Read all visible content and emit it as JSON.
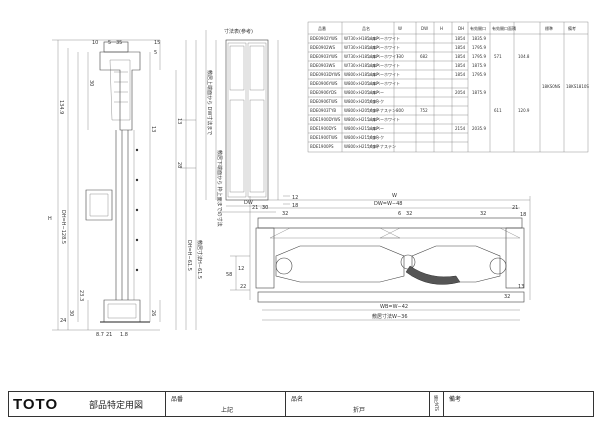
{
  "drawing": {
    "section_label": "寸法表(参考)",
    "vertical_note_1": "敷居上端面から\nDW寸法まで",
    "vertical_note_2": "敷居下端面から\n枠上面までの寸法",
    "left_dims": [
      "10",
      "5",
      "35",
      "15",
      "5",
      "134.9",
      "H",
      "DH=H−128.5",
      "24",
      "30",
      "8.7",
      "21",
      "23.3",
      "30",
      "1.8",
      "13",
      "26"
    ],
    "mid_dims": [
      "13",
      "28",
      "DH=H−61.5",
      "敷居寸法H−61.5",
      "12",
      "18"
    ],
    "plan_dims": [
      "W",
      "DW=W−48",
      "21",
      "30",
      "32",
      "6",
      "32",
      "21",
      "18",
      "32",
      "58",
      "12",
      "22",
      "WB=W−42",
      "敷居寸法W−36",
      "13",
      "32"
    ],
    "top_view_label": "DW"
  },
  "table": {
    "headers": [
      "品番",
      "品名",
      "W",
      "DW",
      "H",
      "DH",
      "有効開口\n(mm)",
      "有効開口面積\n(cm²)",
      "標準",
      "備考"
    ],
    "rows": [
      [
        "BDE0902YWS",
        "W730×H1854扉P",
        "シルバーホワイト",
        "",
        "",
        "1854",
        "1835.9",
        "",
        "",
        ""
      ],
      [
        "BDE0902WS",
        "W730×H1854扉P",
        "シルバーホワイト",
        "",
        "",
        "1854",
        "1795.9",
        "",
        "",
        ""
      ],
      [
        "BDE0903YWS",
        "W730×H1854扉P",
        "シルバーホワイト",
        "730",
        "682",
        "1854",
        "1795.9",
        "571",
        "104.8",
        ""
      ],
      [
        "BDE0903WS",
        "W730×H1854扉P",
        "シルバーホワイト",
        "",
        "",
        "1854",
        "1875.9",
        "",
        "",
        ""
      ],
      [
        "BDE0903DYWS",
        "W800×H1854扉P",
        "シルバーホワイト",
        "",
        "",
        "1854",
        "1795.9",
        "",
        "",
        ""
      ],
      [
        "BDE0906YWS",
        "W800×H2054扉P",
        "シルバーホワイト",
        "",
        "",
        "",
        "",
        "",
        "",
        ""
      ],
      [
        "BDE0906YDS",
        "W800×H2054扉P",
        "シルバー",
        "",
        "",
        "2054",
        "1875.9",
        "",
        "",
        ""
      ],
      [
        "BDE0906TWS",
        "W800×H2054扉P",
        "ブラック",
        "",
        "",
        "",
        "",
        "",
        "",
        ""
      ],
      [
        "BDE0903TYB",
        "W800×H2054扉P",
        "プラチナステン",
        "800",
        "752",
        "",
        "",
        "611",
        "120.9",
        ""
      ],
      [
        "BDE1900DYWS",
        "W800×H2154扉P",
        "シルバーホワイト",
        "",
        "",
        "",
        "",
        "",
        "",
        ""
      ],
      [
        "BDE1900DYS",
        "W800×H2154扉P",
        "シルバー",
        "",
        "",
        "2154",
        "2035.9",
        "",
        "",
        ""
      ],
      [
        "BDE1900TWS",
        "W800×H2154扉P",
        "ブラック",
        "",
        "",
        "",
        "",
        "",
        "",
        ""
      ],
      [
        "BDE1900PS",
        "W800×H2154扉P",
        "プラチナステン",
        "",
        "",
        "",
        "",
        "",
        "",
        ""
      ]
    ],
    "extra_col_a": "18KS0NS",
    "extra_col_b": "18KS1810S"
  },
  "footer": {
    "brand": "TOTO",
    "title": "部品特定用図",
    "hinban_label": "品番",
    "hinban_value": "上記",
    "hinmei_label": "品名",
    "hinmei_value": "折戸",
    "scale_label": "縮尺NTS",
    "biko_label": "備考"
  }
}
